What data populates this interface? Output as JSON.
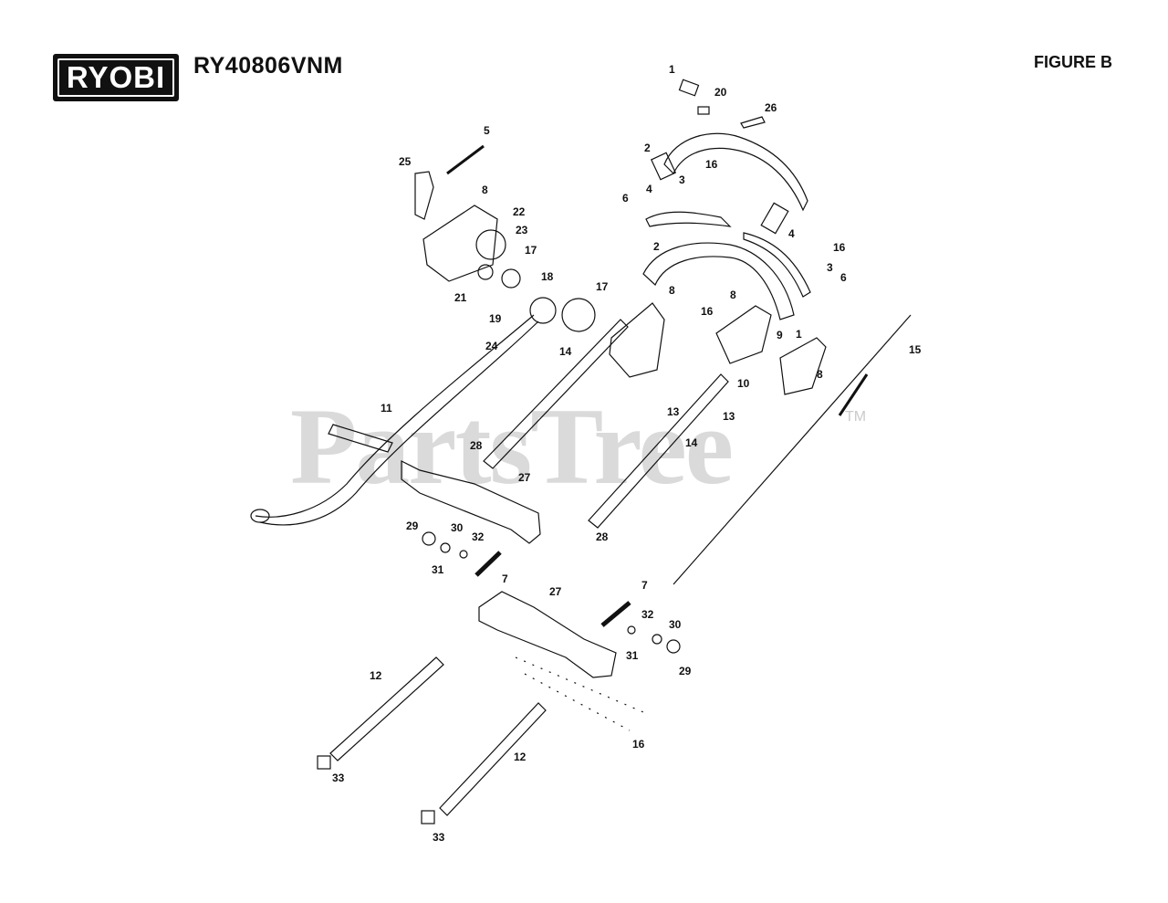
{
  "header": {
    "brand": "RYOBI",
    "model": "RY40806VNM",
    "figure": "FIGURE B"
  },
  "watermark": {
    "text": "PartsTree",
    "tm": "TM"
  },
  "callouts": [
    {
      "id": "c1a",
      "label": "1"
    },
    {
      "id": "c20",
      "label": "20"
    },
    {
      "id": "c26",
      "label": "26"
    },
    {
      "id": "c5",
      "label": "5"
    },
    {
      "id": "c25",
      "label": "25"
    },
    {
      "id": "c8a",
      "label": "8"
    },
    {
      "id": "c22",
      "label": "22"
    },
    {
      "id": "c23",
      "label": "23"
    },
    {
      "id": "c17a",
      "label": "17"
    },
    {
      "id": "c18",
      "label": "18"
    },
    {
      "id": "c21",
      "label": "21"
    },
    {
      "id": "c19",
      "label": "19"
    },
    {
      "id": "c17b",
      "label": "17"
    },
    {
      "id": "c24",
      "label": "24"
    },
    {
      "id": "c14a",
      "label": "14"
    },
    {
      "id": "c11",
      "label": "11"
    },
    {
      "id": "c28a",
      "label": "28"
    },
    {
      "id": "c27a",
      "label": "27"
    },
    {
      "id": "c2a",
      "label": "2"
    },
    {
      "id": "c16a",
      "label": "16"
    },
    {
      "id": "c3a",
      "label": "3"
    },
    {
      "id": "c6a",
      "label": "6"
    },
    {
      "id": "c4a",
      "label": "4"
    },
    {
      "id": "c4b",
      "label": "4"
    },
    {
      "id": "c16b",
      "label": "16"
    },
    {
      "id": "c3b",
      "label": "3"
    },
    {
      "id": "c6b",
      "label": "6"
    },
    {
      "id": "c2b",
      "label": "2"
    },
    {
      "id": "c8b",
      "label": "8"
    },
    {
      "id": "c16c",
      "label": "16"
    },
    {
      "id": "c8c",
      "label": "8"
    },
    {
      "id": "c9",
      "label": "9"
    },
    {
      "id": "c1b",
      "label": "1"
    },
    {
      "id": "c15",
      "label": "15"
    },
    {
      "id": "c10",
      "label": "10"
    },
    {
      "id": "c8d",
      "label": "8"
    },
    {
      "id": "c13a",
      "label": "13"
    },
    {
      "id": "c13b",
      "label": "13"
    },
    {
      "id": "c14b",
      "label": "14"
    },
    {
      "id": "c28b",
      "label": "28"
    },
    {
      "id": "c29a",
      "label": "29"
    },
    {
      "id": "c30a",
      "label": "30"
    },
    {
      "id": "c32a",
      "label": "32"
    },
    {
      "id": "c31a",
      "label": "31"
    },
    {
      "id": "c7a",
      "label": "7"
    },
    {
      "id": "c27b",
      "label": "27"
    },
    {
      "id": "c7b",
      "label": "7"
    },
    {
      "id": "c32b",
      "label": "32"
    },
    {
      "id": "c30b",
      "label": "30"
    },
    {
      "id": "c31b",
      "label": "31"
    },
    {
      "id": "c29b",
      "label": "29"
    },
    {
      "id": "c12a",
      "label": "12"
    },
    {
      "id": "c16d",
      "label": "16"
    },
    {
      "id": "c12b",
      "label": "12"
    },
    {
      "id": "c33a",
      "label": "33"
    },
    {
      "id": "c33b",
      "label": "33"
    }
  ]
}
